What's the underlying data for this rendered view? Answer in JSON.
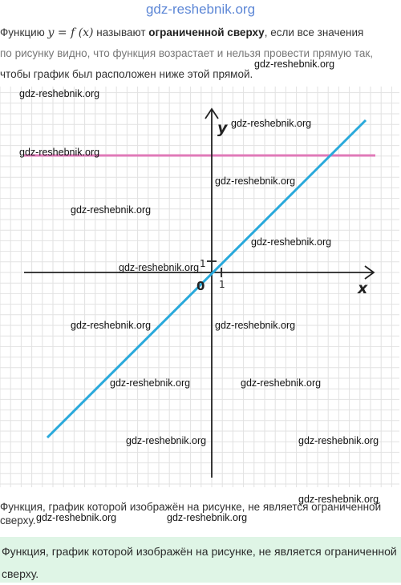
{
  "site_banner": "gdz-reshebnik.org",
  "intro": {
    "text_before": "Функцию ",
    "formula": "y = f (x)",
    "text_mid": " называют ",
    "bold_term": "ограниченной сверху",
    "text_after": ", если все значения",
    "line2": "по рисунку видно, что функция возрастает и нельзя провести прямую так,",
    "line3": "чтобы график был расположен ниже этой прямой."
  },
  "graph": {
    "y_label": "y",
    "x_label": "x",
    "origin_label": "0",
    "unit_y_label": "1",
    "unit_x_label": "1",
    "colors": {
      "line": "#29a9db",
      "horizontal": "#e07ab8",
      "axes": "#222222",
      "grid": "#dddddd"
    }
  },
  "watermark_text": "gdz-reshebnik.org",
  "caption": "Функция, график которой изображён на рисунке, не является ограниченной сверху.",
  "answer": "Функция, график которой изображён на рисунке, не является ограниченной сверху."
}
